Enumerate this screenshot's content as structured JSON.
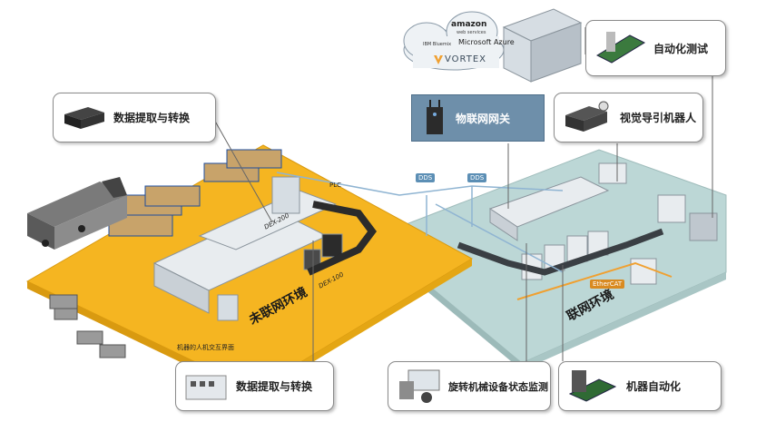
{
  "cloud": {
    "amazon": "amazon",
    "aws": "web services",
    "ibm": "IBM Bluemix",
    "azure": "Microsoft Azure",
    "vortex": "VORTEX"
  },
  "gateway": {
    "label": "物联网网关"
  },
  "callouts": {
    "data_top": "数据提取与转换",
    "data_bottom": "数据提取与转换",
    "auto_test": "自动化测试",
    "vision_robot": "视觉导引机器人",
    "rotating_monitor": "旋转机械设备状态监测",
    "machine_auto": "机器自动化"
  },
  "areas": {
    "non_iot": "未联网环境",
    "iot": "联网环境"
  },
  "labels": {
    "plc": "PLC",
    "dex200": "DEX-200",
    "dex100": "DEX-100",
    "hmi": "机器的人机交互界面",
    "dds1": "DDS",
    "dds2": "DDS",
    "ethercat": "EtherCAT"
  },
  "colors": {
    "orange_floor": "#f5b521",
    "teal_floor": "#bcd7d6",
    "gateway_blue": "#6e8faa",
    "cable_orange": "#f0a030",
    "link_blue": "#8fb4d2"
  }
}
